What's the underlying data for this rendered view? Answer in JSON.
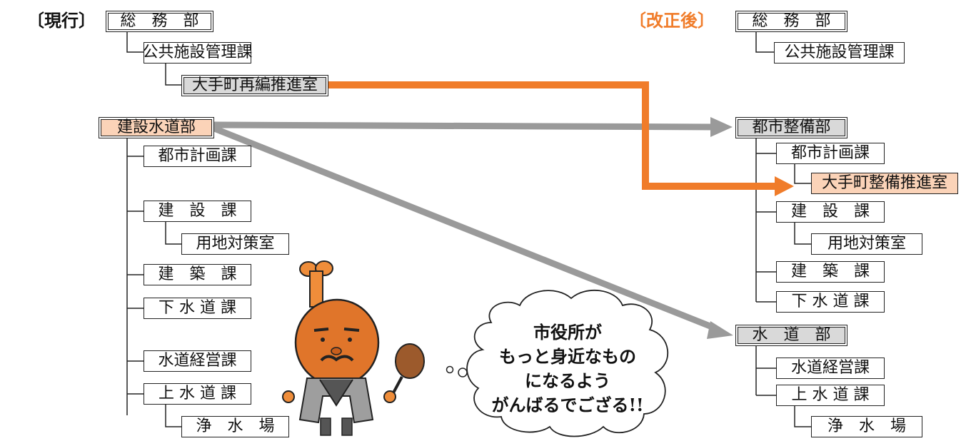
{
  "headers": {
    "current": "〔現行〕",
    "revised": "〔改正後〕"
  },
  "current": {
    "soumu": "総　務　部",
    "koukyou": "公共施設管理課",
    "otemachi": "大手町再編推進室",
    "kensetsu_suido": "建設水道部",
    "toshi_keikaku": "都市計画課",
    "kensetsu": "建　設　課",
    "youchi": "用地対策室",
    "kenchiku": "建　築　課",
    "gesuido": "下 水 道 課",
    "suido_keiei": "水道経営課",
    "josuido": "上 水 道 課",
    "josuijo": "浄　水　場"
  },
  "revised": {
    "soumu": "総　務　部",
    "koukyou": "公共施設管理課",
    "toshi_seibi": "都市整備部",
    "toshi_keikaku": "都市計画課",
    "otemachi_seibi": "大手町整備推進室",
    "kensetsu": "建　設　課",
    "youchi": "用地対策室",
    "kenchiku": "建　築　課",
    "gesuido": "下 水 道 課",
    "suido": "水　道　部",
    "suido_keiei": "水道経営課",
    "josuido": "上 水 道 課",
    "josuijo": "浄　水　場"
  },
  "bubble": {
    "lines": [
      "市役所が",
      "もっと身近なもの",
      "になるよう",
      "がんばるでござる!!"
    ]
  },
  "colors": {
    "orange_arrow": "#f07c2a",
    "gray_arrow": "#9a9a9a",
    "gray_box": "#d9d9d9",
    "orange_box": "#fbd3b8"
  }
}
